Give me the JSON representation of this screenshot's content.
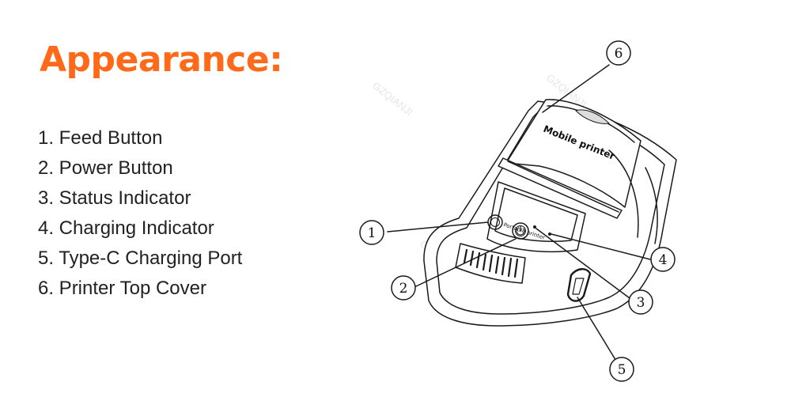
{
  "title": "Appearance:",
  "features": [
    "1. Feed Button",
    "2. Power Button",
    "3. Status Indicator",
    "4. Charging Indicator",
    "5. Type-C Charging Port",
    "6. Printer Top Cover"
  ],
  "diagram": {
    "device_label": "Mobile printer",
    "panel_label": "Portable printer",
    "callouts": [
      "1",
      "2",
      "3",
      "4",
      "5",
      "6"
    ],
    "watermark": "GZQIANJI"
  },
  "colors": {
    "accent": "#ff6a1a",
    "text": "#222222",
    "line": "#1a1a1a"
  }
}
